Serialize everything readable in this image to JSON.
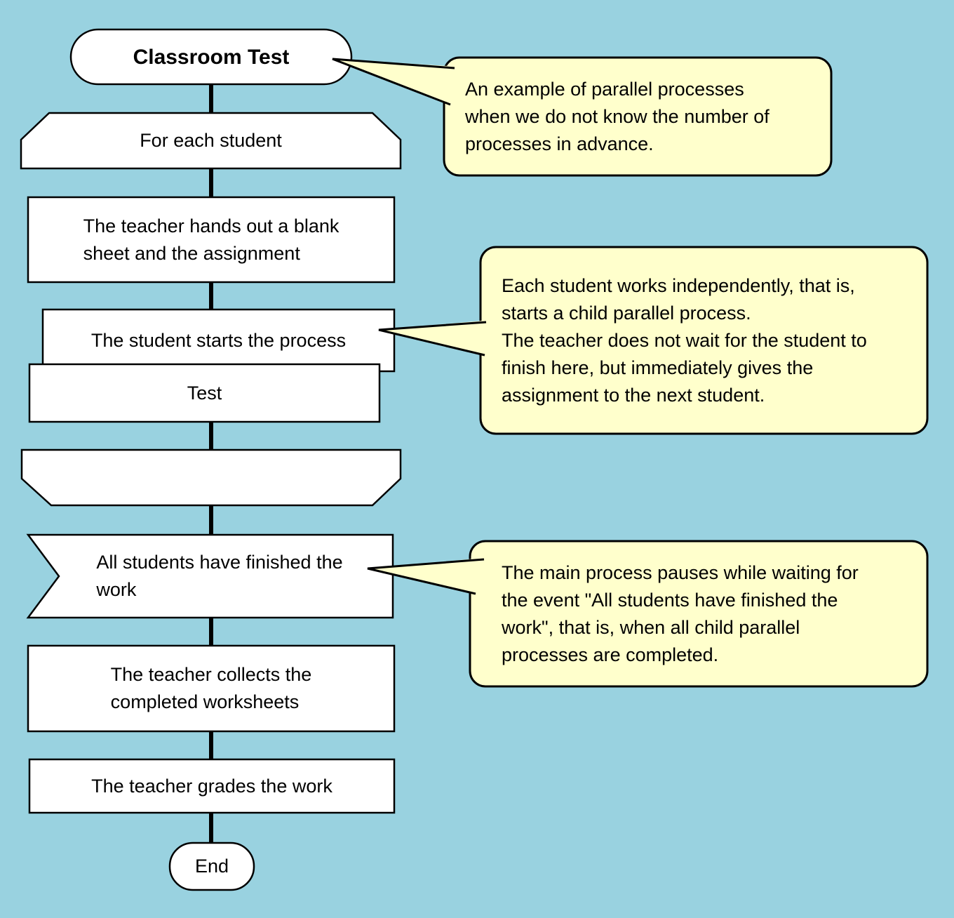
{
  "diagram": {
    "background_color": "#99d2e0",
    "node_fill": "#ffffff",
    "callout_fill": "#ffffcc",
    "stroke_color": "#000000"
  },
  "nodes": {
    "start": {
      "label": "Classroom Test"
    },
    "loop_begin": {
      "label": "For each student"
    },
    "hand_out": {
      "line1": "The teacher hands out a blank",
      "line2": "sheet and the assignment"
    },
    "student_starts": {
      "label": "The student starts the process"
    },
    "insertion": {
      "label": "Test"
    },
    "event": {
      "line1": "All students have finished the",
      "line2": "work"
    },
    "collect": {
      "line1": "The teacher collects the",
      "line2": "completed worksheets"
    },
    "grade": {
      "label": "The teacher grades the work"
    },
    "end": {
      "label": "End"
    }
  },
  "callouts": {
    "intro": {
      "line1": "An example of parallel processes",
      "line2": "when we do not know the number of",
      "line3": "processes in advance."
    },
    "child_process": {
      "line1": "Each student works independently, that is,",
      "line2": "starts a child parallel process.",
      "line3": "The teacher does not wait for the student to",
      "line4": "finish here, but immediately gives the",
      "line5": "assignment to the next student."
    },
    "waiting": {
      "line1": "The main process pauses while waiting for",
      "line2": "the event \"All students have finished the",
      "line3": "work\", that is, when all child parallel",
      "line4": "processes are completed."
    }
  }
}
